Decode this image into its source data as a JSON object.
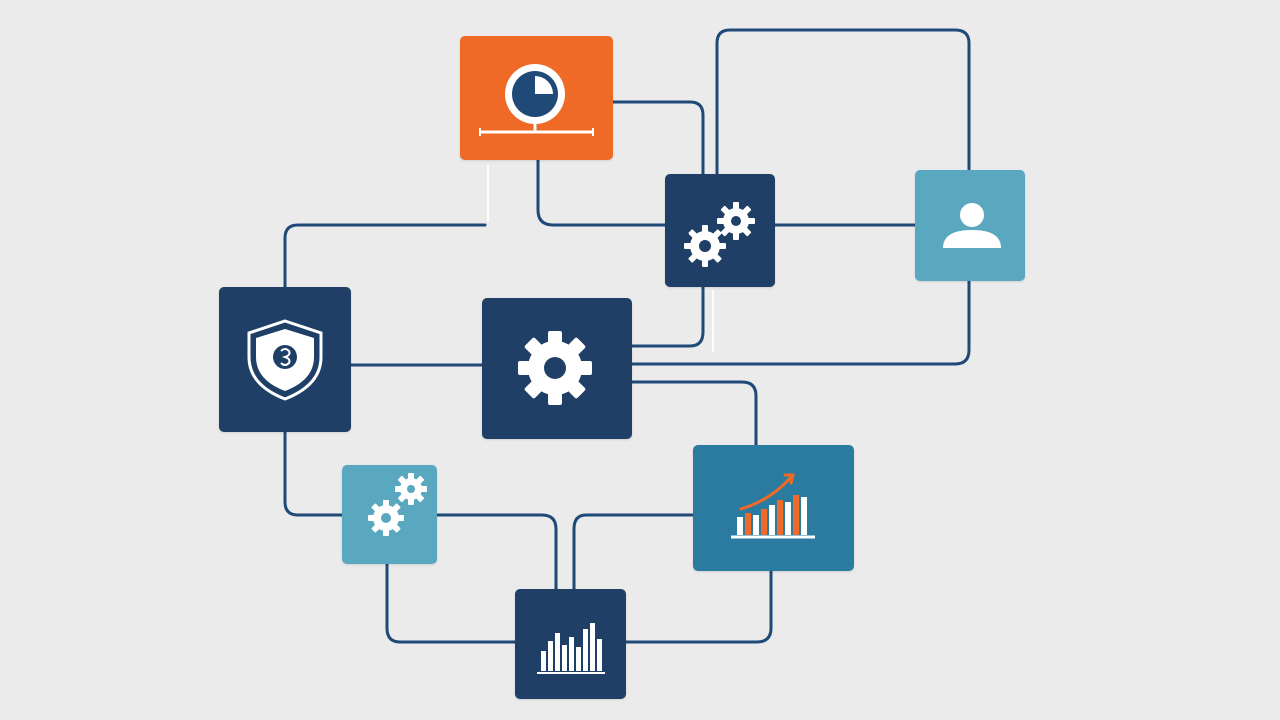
{
  "colors": {
    "background": "#ebebeb",
    "connector": "#1f4a78",
    "navy": "#1f3f66",
    "orange": "#ee6a26",
    "teal": "#5aa8c0",
    "blue": "#2b7ba0",
    "white": "#ffffff"
  },
  "nodes": [
    {
      "id": "analytics",
      "icon": "pie-chart-icon",
      "fill": "orange"
    },
    {
      "id": "gears-top",
      "icon": "gears-icon",
      "fill": "navy"
    },
    {
      "id": "user",
      "icon": "user-icon",
      "fill": "teal"
    },
    {
      "id": "security",
      "icon": "shield-icon",
      "fill": "navy"
    },
    {
      "id": "settings",
      "icon": "gear-icon",
      "fill": "navy"
    },
    {
      "id": "gears-small",
      "icon": "gears-icon",
      "fill": "teal"
    },
    {
      "id": "growth",
      "icon": "growth-chart-icon",
      "fill": "blue"
    },
    {
      "id": "bars",
      "icon": "bar-chart-icon",
      "fill": "navy"
    }
  ]
}
